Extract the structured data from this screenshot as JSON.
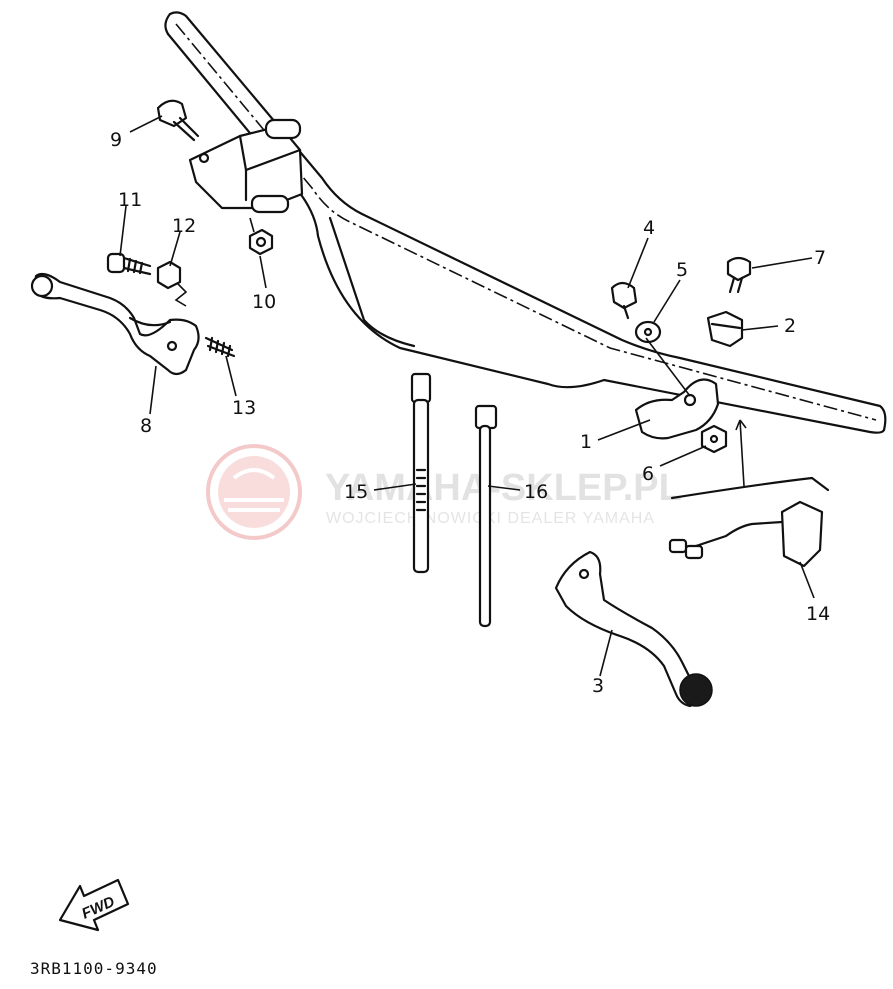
{
  "diagram": {
    "callouts": {
      "c1": "1",
      "c2": "2",
      "c3": "3",
      "c4": "4",
      "c5": "5",
      "c6": "6",
      "c7": "7",
      "c8": "8",
      "c9": "9",
      "c10": "10",
      "c11": "11",
      "c12": "12",
      "c13": "13",
      "c14": "14",
      "c15": "15",
      "c16": "16"
    },
    "drawing_code": "3RB1100-9340",
    "direction_marker": "FWD"
  },
  "watermark": {
    "brand": "YAMAHA-SKLEP.PL",
    "subtitle": "WOJCIECH NOWICKI DEALER YAMAHA",
    "color": "#f0b8b8"
  }
}
